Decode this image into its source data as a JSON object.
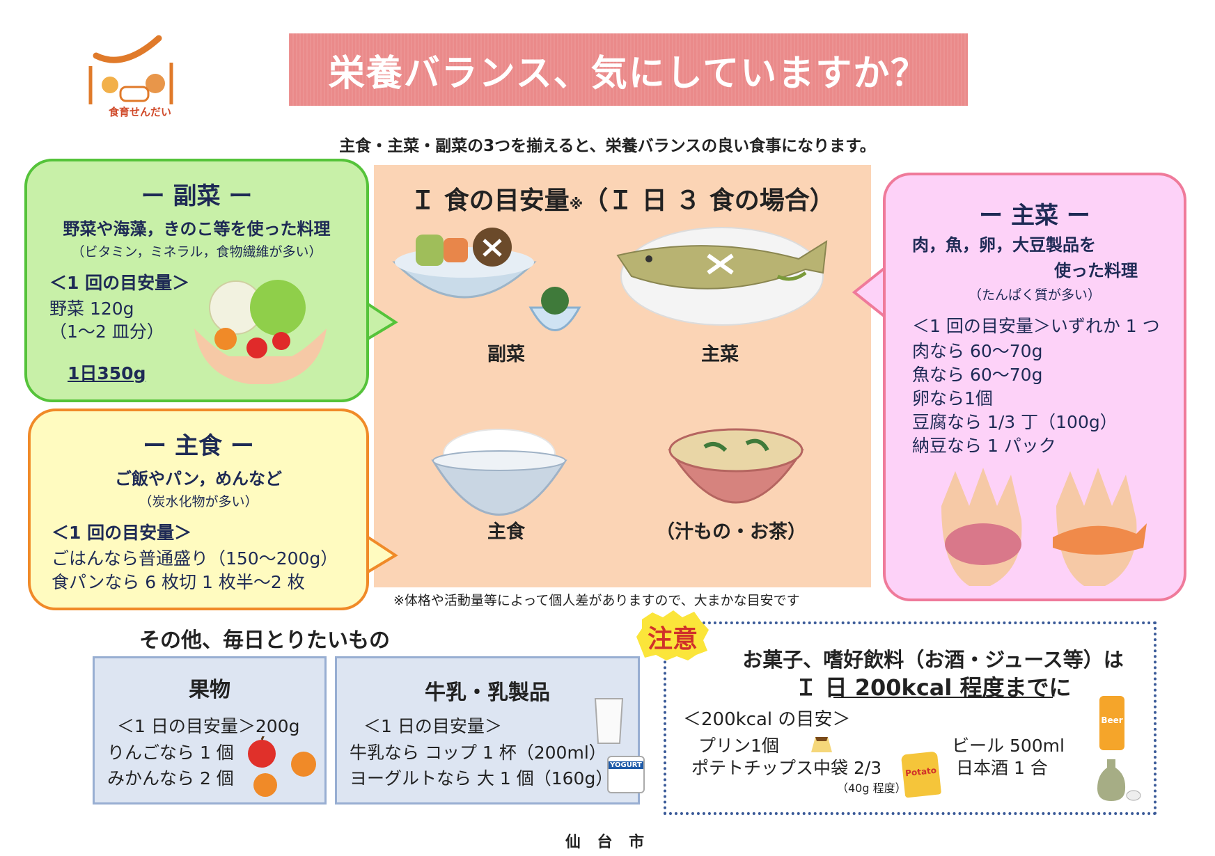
{
  "logo": {
    "text": "食育せんだい"
  },
  "title": "栄養バランス、気にしていますか？",
  "intro": "主食・主菜・副菜の3つを揃えると、栄養バランスの良い食事になります。",
  "center": {
    "title": "Ｉ 食の目安量",
    "title_mark": "※",
    "title_suffix": "（Ｉ 日 ３ 食の場合）",
    "labels": {
      "fukusai": "副菜",
      "shusai": "主菜",
      "shushoku": "主食",
      "soup": "（汁もの・お茶）"
    },
    "note": "※体格や活動量等によって個人差がありますので、大まかな目安です"
  },
  "fukusai": {
    "heading": "ー 副菜 ー",
    "desc": "野菜や海藻，きのこ等を使った料理",
    "note": "（ビタミン，ミネラル，食物繊維が多い）",
    "amount_label": "＜1 回の目安量＞",
    "amount": "野菜 120g",
    "amount2": "（1～2 皿分）",
    "daily": "1日350g"
  },
  "shushoku": {
    "heading": "ー 主食 ー",
    "desc": "ご飯やパン，めんなど",
    "note": "（炭水化物が多い）",
    "amount_label": "＜1 回の目安量＞",
    "line1": "ごはんなら普通盛り（150～200g）",
    "line2": "食パンなら 6 枚切 1 枚半～2 枚"
  },
  "shusai": {
    "heading": "ー 主菜 ー",
    "desc1": "肉，魚，卵，大豆製品を",
    "desc2": "使った料理",
    "note": "（たんぱく質が多い）",
    "amount_label": "＜1 回の目安量＞いずれか 1 つ",
    "items": [
      "肉なら 60～70g",
      "魚なら 60～70g",
      "卵なら1個",
      "豆腐なら 1/3 丁（100g）",
      "納豆なら 1 パック"
    ]
  },
  "others": {
    "title": "その他、毎日とりたいもの",
    "fruit": {
      "title": "果物",
      "amount": "＜1 日の目安量＞200g",
      "line1": "りんごなら 1 個",
      "line2": "みかんなら 2 個"
    },
    "milk": {
      "title": "牛乳・乳製品",
      "amount": "＜1 日の目安量＞",
      "line1": "牛乳なら  コップ 1 杯（200ml）",
      "line2": "ヨーグルトなら  大 1 個（160g）",
      "yogurt_label": "YOGURT"
    }
  },
  "caution": {
    "badge": "注意",
    "line1": "お菓子、嗜好飲料（お酒・ジュース等）は",
    "line2": "Ｉ 日 200kcal 程度までに",
    "sub": "＜200kcal の目安＞",
    "left1": "プリン1個",
    "left2": "ポテトチップス中袋 2/3",
    "left_note": "（40g 程度）",
    "right1": "ビール 500ml",
    "right2": "日本酒 1 合",
    "beer_label": "Beer",
    "chips_label": "Potato"
  },
  "footer": "仙 台 市",
  "colors": {
    "banner": "#ea8a8a",
    "panel": "#fbd4b5",
    "green": "#55c33a",
    "orange": "#f08a28",
    "pink": "#ef7a9a"
  }
}
